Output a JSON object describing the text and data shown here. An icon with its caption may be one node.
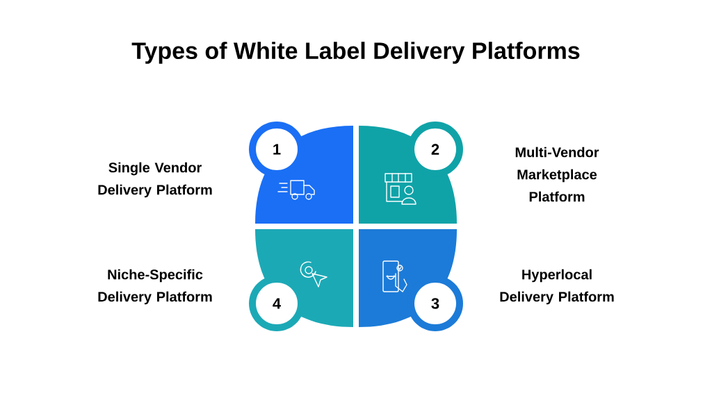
{
  "diagram": {
    "title": "Types of White Label Delivery Platforms",
    "nodes": [
      {
        "text": [
          "1"
        ],
        "beside": [
          "Single Vendor Delivery Platform"
        ]
      },
      {
        "text": [
          "2"
        ],
        "beside": [
          "Multi-Vendor Marketplace Platform"
        ]
      },
      {
        "text": [
          "4"
        ],
        "beside": [
          "Niche-Specific Delivery Platform"
        ]
      },
      {
        "text": [
          "3"
        ],
        "beside": [
          "Hyperlocal Delivery Platform"
        ]
      }
    ]
  }
}
